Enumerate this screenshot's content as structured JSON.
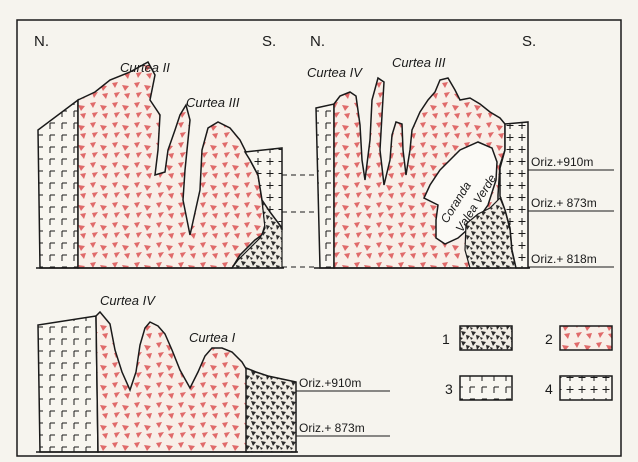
{
  "colors": {
    "background": "#f6f4ee",
    "ink": "#1a1a1a",
    "granite_red": "#e06a6a",
    "dark_fill": "#2b2b2b"
  },
  "top_left": {
    "north": "N.",
    "south": "S.",
    "gallery_ii": "Curtea II",
    "gallery_iii": "Curtea III"
  },
  "top_right": {
    "north": "N.",
    "south": "S.",
    "gallery_iv": "Curtea IV",
    "gallery_iii": "Curtea III",
    "quarry_name_line1": "Coranda",
    "quarry_name_line2": "Valea Verde",
    "level_910": "Oriz.+910m",
    "level_873": "Oriz.+ 873m",
    "level_818": "Oriz.+ 818m"
  },
  "bottom": {
    "gallery_iv": "Curtea IV",
    "gallery_i": "Curtea I",
    "level_910": "Oriz.+910m",
    "level_873": "Oriz.+ 873m"
  },
  "legend": [
    {
      "number": "1",
      "pattern": "dark-breccia"
    },
    {
      "number": "2",
      "pattern": "red-triangles"
    },
    {
      "number": "3",
      "pattern": "L-marks"
    },
    {
      "number": "4",
      "pattern": "crosses"
    }
  ]
}
